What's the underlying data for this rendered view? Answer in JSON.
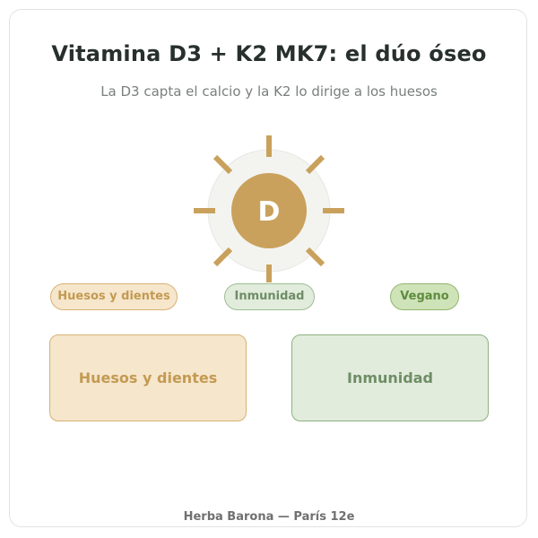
{
  "header": {
    "title": "Vitamina D3 + K2 MK7: el dúo óseo",
    "subtitle": "La D3 capta el calcio y la K2 lo dirige a los huesos"
  },
  "sun_icon": {
    "letter": "D",
    "color": "#c9a15c",
    "halo_color": "#f3f4f0"
  },
  "tags": [
    {
      "label": "Huesos y dientes"
    },
    {
      "label": "Inmunidad"
    },
    {
      "label": "Vegano"
    }
  ],
  "panels": [
    {
      "label": "Huesos y dientes"
    },
    {
      "label": "Inmunidad"
    }
  ],
  "footer": {
    "text": "Herba Barona — París 12e"
  },
  "colors": {
    "gold": "#c49a52",
    "gold_fill": "#f5e6cc",
    "sage": "#6f8d66",
    "sage_fill": "#e1ecdc",
    "green_fill": "#cfe3b9"
  }
}
